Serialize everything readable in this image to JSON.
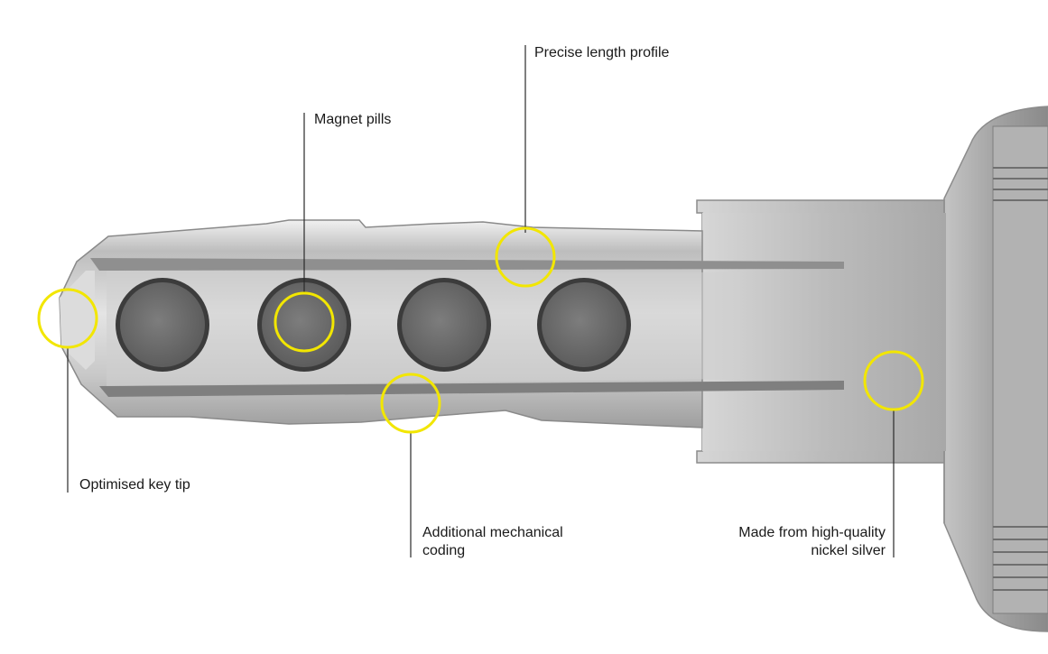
{
  "labels": {
    "precise_length_profile": "Precise length profile",
    "magnet_pills": "Magnet pills",
    "optimised_key_tip": "Optimised key tip",
    "additional_mechanical_coding_line1": "Additional mechanical",
    "additional_mechanical_coding_line2": "coding",
    "nickel_silver_line1": "Made from high-quality",
    "nickel_silver_line2": "nickel silver"
  },
  "colors": {
    "highlight_circle": "#f2e600",
    "leader_line": "#2a2a2a",
    "key_metal": "#c9c9c9",
    "magnet_pill": "#6e6e6e"
  },
  "icons": [
    "key-illustration",
    "magnet-pill-icon",
    "highlight-circle-icon"
  ]
}
